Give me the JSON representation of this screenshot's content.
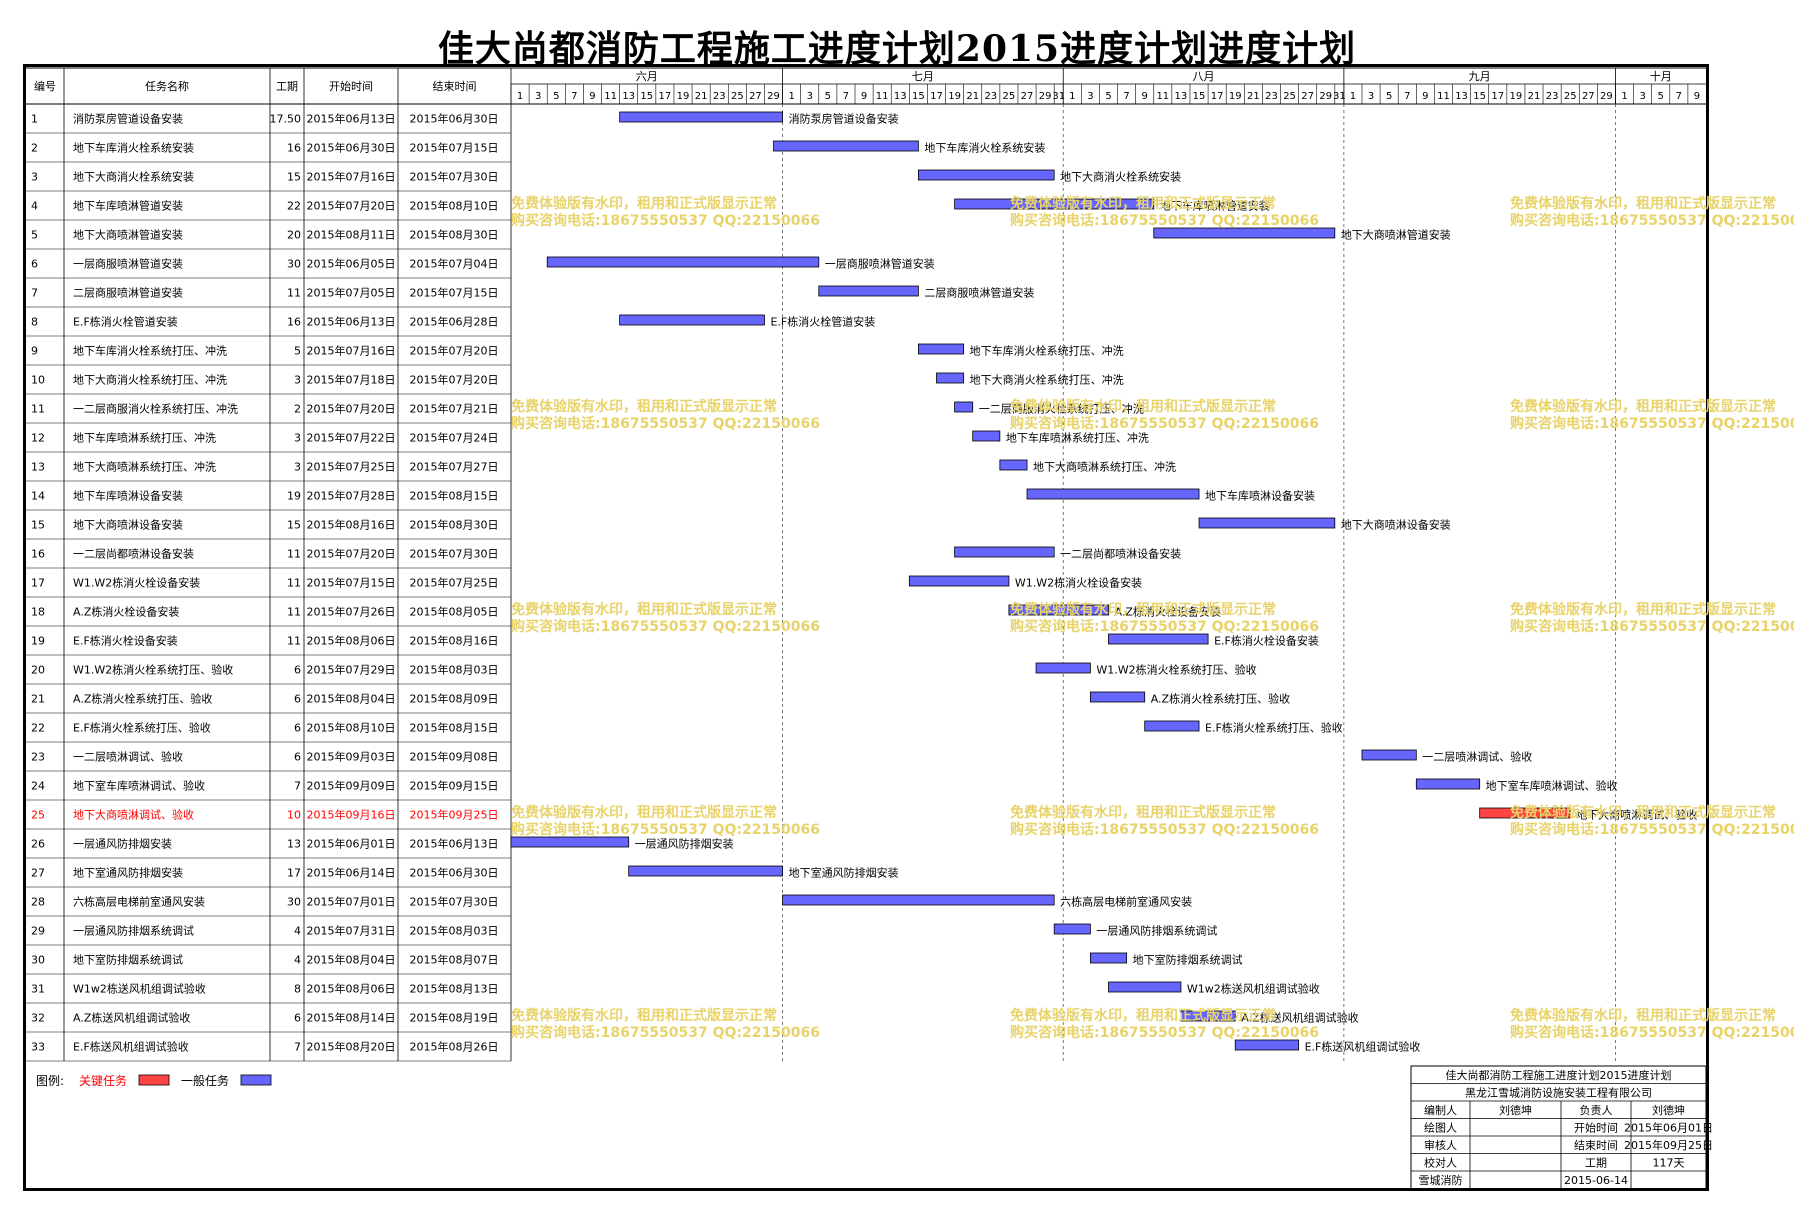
{
  "title": "佳大尚都消防工程施工进度计划2015进度计划进度计划",
  "headers": {
    "id": "编号",
    "name": "任务名称",
    "dur": "工期",
    "start": "开始时间",
    "end": "结束时间"
  },
  "chart_data": {
    "type": "gantt",
    "title": "佳大尚都消防工程施工进度计划2015进度计划进度计划",
    "date_range": [
      "2015-06-01",
      "2015-10-10"
    ],
    "months": [
      {
        "label": "六月",
        "start": "2015-06-01",
        "days": 30
      },
      {
        "label": "七月",
        "start": "2015-07-01",
        "days": 31
      },
      {
        "label": "八月",
        "start": "2015-08-01",
        "days": 31
      },
      {
        "label": "九月",
        "start": "2015-09-01",
        "days": 30
      },
      {
        "label": "十月",
        "start": "2015-10-01",
        "days": 10
      }
    ],
    "tasks": [
      {
        "id": "1",
        "name": "消防泵房管道设备安装",
        "dur": "17.50",
        "start": "2015年06月13日",
        "end": "2015年06月30日",
        "s": "2015-06-13",
        "e": "2015-06-30",
        "critical": false
      },
      {
        "id": "2",
        "name": "地下车库消火栓系统安装",
        "dur": "16",
        "start": "2015年06月30日",
        "end": "2015年07月15日",
        "s": "2015-06-30",
        "e": "2015-07-15",
        "critical": false
      },
      {
        "id": "3",
        "name": "地下大商消火栓系统安装",
        "dur": "15",
        "start": "2015年07月16日",
        "end": "2015年07月30日",
        "s": "2015-07-16",
        "e": "2015-07-30",
        "critical": false
      },
      {
        "id": "4",
        "name": "地下车库喷淋管道安装",
        "dur": "22",
        "start": "2015年07月20日",
        "end": "2015年08月10日",
        "s": "2015-07-20",
        "e": "2015-08-10",
        "critical": false
      },
      {
        "id": "5",
        "name": "地下大商喷淋管道安装",
        "dur": "20",
        "start": "2015年08月11日",
        "end": "2015年08月30日",
        "s": "2015-08-11",
        "e": "2015-08-30",
        "critical": false
      },
      {
        "id": "6",
        "name": "一层商服喷淋管道安装",
        "dur": "30",
        "start": "2015年06月05日",
        "end": "2015年07月04日",
        "s": "2015-06-05",
        "e": "2015-07-04",
        "critical": false
      },
      {
        "id": "7",
        "name": "二层商服喷淋管道安装",
        "dur": "11",
        "start": "2015年07月05日",
        "end": "2015年07月15日",
        "s": "2015-07-05",
        "e": "2015-07-15",
        "critical": false
      },
      {
        "id": "8",
        "name": "E.F栋消火栓管道安装",
        "dur": "16",
        "start": "2015年06月13日",
        "end": "2015年06月28日",
        "s": "2015-06-13",
        "e": "2015-06-28",
        "critical": false
      },
      {
        "id": "9",
        "name": "地下车库消火栓系统打压、冲洗",
        "dur": "5",
        "start": "2015年07月16日",
        "end": "2015年07月20日",
        "s": "2015-07-16",
        "e": "2015-07-20",
        "critical": false
      },
      {
        "id": "10",
        "name": "地下大商消火栓系统打压、冲洗",
        "dur": "3",
        "start": "2015年07月18日",
        "end": "2015年07月20日",
        "s": "2015-07-18",
        "e": "2015-07-20",
        "critical": false
      },
      {
        "id": "11",
        "name": "一二层商服消火栓系统打压、冲洗",
        "dur": "2",
        "start": "2015年07月20日",
        "end": "2015年07月21日",
        "s": "2015-07-20",
        "e": "2015-07-21",
        "critical": false
      },
      {
        "id": "12",
        "name": "地下车库喷淋系统打压、冲洗",
        "dur": "3",
        "start": "2015年07月22日",
        "end": "2015年07月24日",
        "s": "2015-07-22",
        "e": "2015-07-24",
        "critical": false
      },
      {
        "id": "13",
        "name": "地下大商喷淋系统打压、冲洗",
        "dur": "3",
        "start": "2015年07月25日",
        "end": "2015年07月27日",
        "s": "2015-07-25",
        "e": "2015-07-27",
        "critical": false
      },
      {
        "id": "14",
        "name": "地下车库喷淋设备安装",
        "dur": "19",
        "start": "2015年07月28日",
        "end": "2015年08月15日",
        "s": "2015-07-28",
        "e": "2015-08-15",
        "critical": false
      },
      {
        "id": "15",
        "name": "地下大商喷淋设备安装",
        "dur": "15",
        "start": "2015年08月16日",
        "end": "2015年08月30日",
        "s": "2015-08-16",
        "e": "2015-08-30",
        "critical": false
      },
      {
        "id": "16",
        "name": "一二层尚都喷淋设备安装",
        "dur": "11",
        "start": "2015年07月20日",
        "end": "2015年07月30日",
        "s": "2015-07-20",
        "e": "2015-07-30",
        "critical": false
      },
      {
        "id": "17",
        "name": "W1.W2栋消火栓设备安装",
        "dur": "11",
        "start": "2015年07月15日",
        "end": "2015年07月25日",
        "s": "2015-07-15",
        "e": "2015-07-25",
        "critical": false
      },
      {
        "id": "18",
        "name": "A.Z栋消火栓设备安装",
        "dur": "11",
        "start": "2015年07月26日",
        "end": "2015年08月05日",
        "s": "2015-07-26",
        "e": "2015-08-05",
        "critical": false
      },
      {
        "id": "19",
        "name": "E.F栋消火栓设备安装",
        "dur": "11",
        "start": "2015年08月06日",
        "end": "2015年08月16日",
        "s": "2015-08-06",
        "e": "2015-08-16",
        "critical": false
      },
      {
        "id": "20",
        "name": "W1.W2栋消火栓系统打压、验收",
        "dur": "6",
        "start": "2015年07月29日",
        "end": "2015年08月03日",
        "s": "2015-07-29",
        "e": "2015-08-03",
        "critical": false
      },
      {
        "id": "21",
        "name": "A.Z栋消火栓系统打压、验收",
        "dur": "6",
        "start": "2015年08月04日",
        "end": "2015年08月09日",
        "s": "2015-08-04",
        "e": "2015-08-09",
        "critical": false
      },
      {
        "id": "22",
        "name": "E.F栋消火栓系统打压、验收",
        "dur": "6",
        "start": "2015年08月10日",
        "end": "2015年08月15日",
        "s": "2015-08-10",
        "e": "2015-08-15",
        "critical": false
      },
      {
        "id": "23",
        "name": "一二层喷淋调试、验收",
        "dur": "6",
        "start": "2015年09月03日",
        "end": "2015年09月08日",
        "s": "2015-09-03",
        "e": "2015-09-08",
        "critical": false
      },
      {
        "id": "24",
        "name": "地下室车库喷淋调试、验收",
        "dur": "7",
        "start": "2015年09月09日",
        "end": "2015年09月15日",
        "s": "2015-09-09",
        "e": "2015-09-15",
        "critical": false
      },
      {
        "id": "25",
        "name": "地下大商喷淋调试、验收",
        "dur": "10",
        "start": "2015年09月16日",
        "end": "2015年09月25日",
        "s": "2015-09-16",
        "e": "2015-09-25",
        "critical": true
      },
      {
        "id": "26",
        "name": "一层通风防排烟安装",
        "dur": "13",
        "start": "2015年06月01日",
        "end": "2015年06月13日",
        "s": "2015-06-01",
        "e": "2015-06-13",
        "critical": false
      },
      {
        "id": "27",
        "name": "地下室通风防排烟安装",
        "dur": "17",
        "start": "2015年06月14日",
        "end": "2015年06月30日",
        "s": "2015-06-14",
        "e": "2015-06-30",
        "critical": false
      },
      {
        "id": "28",
        "name": "六栋高层电梯前室通风安装",
        "dur": "30",
        "start": "2015年07月01日",
        "end": "2015年07月30日",
        "s": "2015-07-01",
        "e": "2015-07-30",
        "critical": false
      },
      {
        "id": "29",
        "name": "一层通风防排烟系统调试",
        "dur": "4",
        "start": "2015年07月31日",
        "end": "2015年08月03日",
        "s": "2015-07-31",
        "e": "2015-08-03",
        "critical": false
      },
      {
        "id": "30",
        "name": "地下室防排烟系统调试",
        "dur": "4",
        "start": "2015年08月04日",
        "end": "2015年08月07日",
        "s": "2015-08-04",
        "e": "2015-08-07",
        "critical": false
      },
      {
        "id": "31",
        "name": "W1w2栋送风机组调试验收",
        "dur": "8",
        "start": "2015年08月06日",
        "end": "2015年08月13日",
        "s": "2015-08-06",
        "e": "2015-08-13",
        "critical": false
      },
      {
        "id": "32",
        "name": "A.Z栋送风机组调试验收",
        "dur": "6",
        "start": "2015年08月14日",
        "end": "2015年08月19日",
        "s": "2015-08-14",
        "e": "2015-08-19",
        "critical": false
      },
      {
        "id": "33",
        "name": "E.F栋送风机组调试验收",
        "dur": "7",
        "start": "2015年08月20日",
        "end": "2015年08月26日",
        "s": "2015-08-20",
        "e": "2015-08-26",
        "critical": false
      }
    ],
    "colors": {
      "normal": "#6666ff",
      "critical": "#ff4444",
      "critical_text": "#ff0000",
      "watermark": "#e8d36a"
    }
  },
  "legend": {
    "prefix": "图例:",
    "critical": "关键任务",
    "normal": "一般任务"
  },
  "watermark": {
    "line1": "免费体验版有水印，租用和正式版显示正常",
    "line2": "购买咨询电话:18675550537 QQ:22150066"
  },
  "info_box": {
    "title": "佳大尚都消防工程施工进度计划2015进度计划",
    "company": "黑龙江雪城消防设施安装工程有限公司",
    "rows": [
      [
        "编制人",
        "刘德坤",
        "负责人",
        "刘德坤"
      ],
      [
        "绘图人",
        "",
        "开始时间",
        "2015年06月01日"
      ],
      [
        "审核人",
        "",
        "结束时间",
        "2015年09月25日"
      ],
      [
        "校对人",
        "",
        "工期",
        "117天"
      ],
      [
        "雪城消防",
        "",
        "2015-06-14",
        ""
      ]
    ]
  }
}
